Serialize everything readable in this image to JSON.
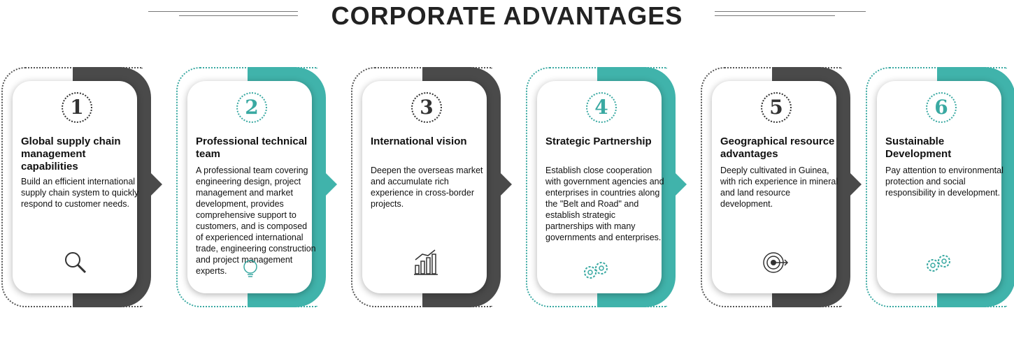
{
  "header": {
    "title": "CORPORATE ADVANTAGES"
  },
  "colors": {
    "dark": "#4a4a4a",
    "teal": "#40b3ab"
  },
  "cards": [
    {
      "number": "1",
      "title": "Global supply chain management capabilities",
      "description": "Build an efficient international supply chain system to quickly respond to customer needs.",
      "icon": "magnifier-icon",
      "theme": "dark"
    },
    {
      "number": "2",
      "title": "Professional technical team",
      "description": "A professional team covering engineering design, project management and market development, provides comprehensive support to customers, and is composed of experienced international trade, engineering construction and project management experts.",
      "icon": "lightbulb-icon",
      "theme": "teal"
    },
    {
      "number": "3",
      "title": "International vision",
      "description": "Deepen the overseas market and accumulate rich experience in cross-border projects.",
      "icon": "bar-chart-icon",
      "theme": "dark"
    },
    {
      "number": "4",
      "title": "Strategic Partnership",
      "description": "Establish close cooperation with government agencies and enterprises in countries along the \"Belt and Road\" and establish strategic partnerships with many governments and enterprises.",
      "icon": "gears-icon",
      "theme": "teal"
    },
    {
      "number": "5",
      "title": "Geographical resource advantages",
      "description": "Deeply cultivated in Guinea, with rich experience in mineral and land resource development.",
      "icon": "target-icon",
      "theme": "dark"
    },
    {
      "number": "6",
      "title": "Sustainable Development",
      "description": "Pay attention to environmental protection and social responsibility in development.",
      "icon": "gears-icon",
      "theme": "teal"
    }
  ]
}
